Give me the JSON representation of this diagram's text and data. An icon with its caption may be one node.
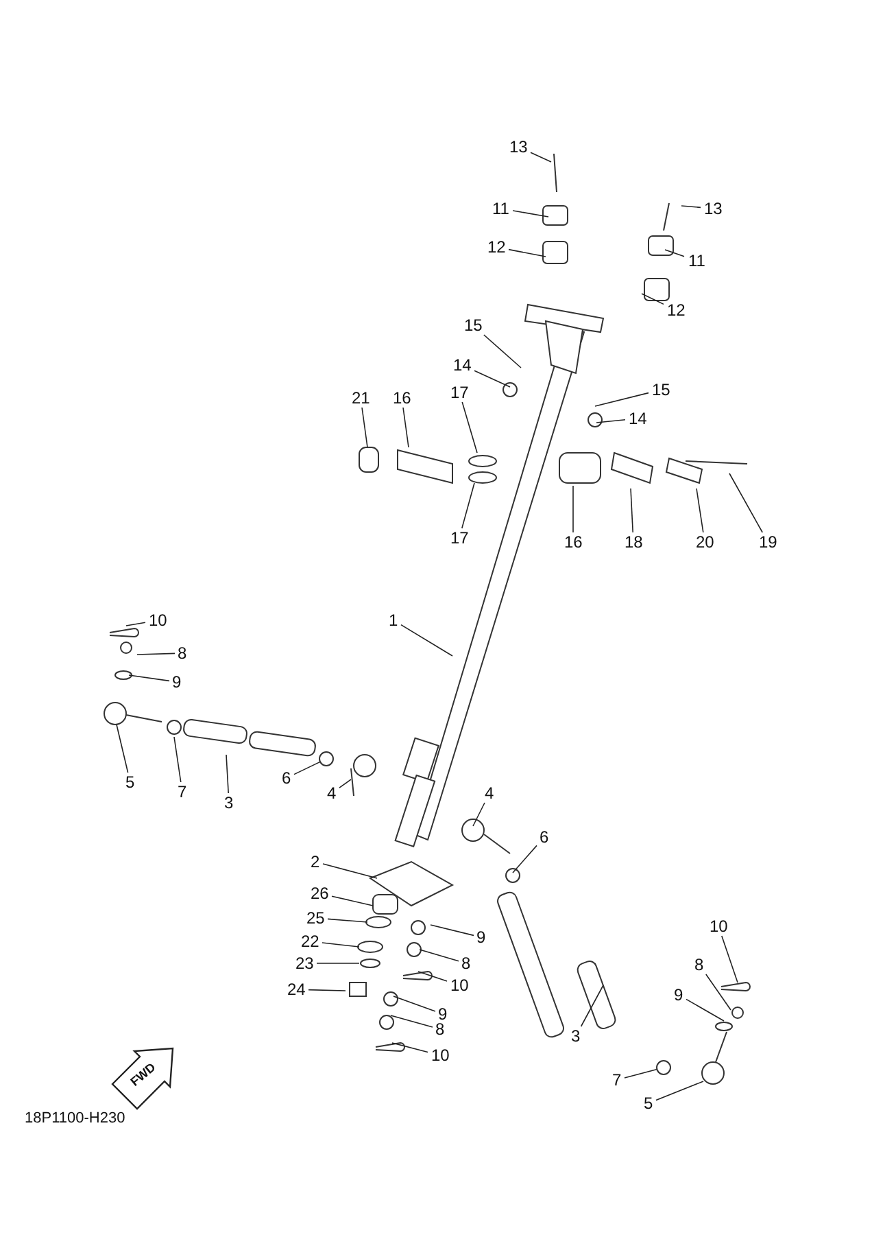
{
  "diagram": {
    "nodes": [
      {
        "text": [
          "13"
        ]
      },
      {
        "text": [
          "11"
        ]
      },
      {
        "text": [
          "13"
        ]
      },
      {
        "text": [
          "12"
        ]
      },
      {
        "text": [
          "11"
        ]
      },
      {
        "text": [
          "12"
        ]
      },
      {
        "text": [
          "15"
        ]
      },
      {
        "text": [
          "14"
        ]
      },
      {
        "text": [
          "15"
        ]
      },
      {
        "text": [
          "21"
        ]
      },
      {
        "text": [
          "16"
        ]
      },
      {
        "text": [
          "17"
        ]
      },
      {
        "text": [
          "14"
        ]
      },
      {
        "text": [
          "17"
        ]
      },
      {
        "text": [
          "16"
        ]
      },
      {
        "text": [
          "18"
        ]
      },
      {
        "text": [
          "20"
        ]
      },
      {
        "text": [
          "19"
        ]
      },
      {
        "text": [
          "10"
        ]
      },
      {
        "text": [
          "1"
        ]
      },
      {
        "text": [
          "8"
        ]
      },
      {
        "text": [
          "9"
        ]
      },
      {
        "text": [
          "5"
        ]
      },
      {
        "text": [
          "7"
        ]
      },
      {
        "text": [
          "3"
        ]
      },
      {
        "text": [
          "6"
        ]
      },
      {
        "text": [
          "4"
        ]
      },
      {
        "text": [
          "4"
        ]
      },
      {
        "text": [
          "6"
        ]
      },
      {
        "text": [
          "2"
        ]
      },
      {
        "text": [
          "26"
        ]
      },
      {
        "text": [
          "25"
        ]
      },
      {
        "text": [
          "9"
        ]
      },
      {
        "text": [
          "22"
        ]
      },
      {
        "text": [
          "10"
        ]
      },
      {
        "text": [
          "8"
        ]
      },
      {
        "text": [
          "23"
        ]
      },
      {
        "text": [
          "8"
        ]
      },
      {
        "text": [
          "10"
        ]
      },
      {
        "text": [
          "24"
        ]
      },
      {
        "text": [
          "9"
        ]
      },
      {
        "text": [
          "9"
        ]
      },
      {
        "text": [
          "8"
        ]
      },
      {
        "text": [
          "3"
        ]
      },
      {
        "text": [
          "10"
        ]
      },
      {
        "text": [
          "7"
        ]
      },
      {
        "text": [
          "5"
        ]
      },
      {
        "text": [],
        "shape": "circle"
      },
      {
        "text": [],
        "shape": "circle"
      }
    ],
    "edges": [
      {
        "from": 0,
        "to": null,
        "arrow": "none"
      },
      {
        "from": 1,
        "to": null,
        "arrow": "none"
      },
      {
        "from": 2,
        "to": null,
        "arrow": "none"
      },
      {
        "from": 3,
        "to": null,
        "arrow": "none"
      },
      {
        "from": 4,
        "to": null,
        "arrow": "none"
      },
      {
        "from": 5,
        "to": null,
        "arrow": "none"
      },
      {
        "from": 6,
        "to": null,
        "arrow": "none"
      },
      {
        "from": 7,
        "to": null,
        "arrow": "none"
      },
      {
        "from": 8,
        "to": null,
        "arrow": "none"
      },
      {
        "from": 9,
        "to": null,
        "arrow": "none"
      },
      {
        "from": 10,
        "to": null,
        "arrow": "none"
      },
      {
        "from": 11,
        "to": null,
        "arrow": "none"
      },
      {
        "from": 12,
        "to": null,
        "arrow": "none"
      },
      {
        "from": 13,
        "to": null,
        "arrow": "none"
      },
      {
        "from": 14,
        "to": null,
        "arrow": "none"
      },
      {
        "from": 15,
        "to": null,
        "arrow": "none"
      },
      {
        "from": 16,
        "to": null,
        "arrow": "none"
      },
      {
        "from": 17,
        "to": null,
        "arrow": "none"
      },
      {
        "from": 18,
        "to": null,
        "arrow": "none"
      },
      {
        "from": 19,
        "to": null,
        "arrow": "none"
      },
      {
        "from": 20,
        "to": null,
        "arrow": "none"
      },
      {
        "from": 21,
        "to": null,
        "arrow": "none"
      },
      {
        "from": 22,
        "to": null,
        "arrow": "none"
      },
      {
        "from": 23,
        "to": null,
        "arrow": "none"
      },
      {
        "from": 24,
        "to": null,
        "arrow": "none"
      },
      {
        "from": 25,
        "to": 47,
        "arrow": "none"
      },
      {
        "from": 26,
        "to": null,
        "arrow": "none"
      },
      {
        "from": 27,
        "to": null,
        "arrow": "none"
      },
      {
        "from": 28,
        "to": null,
        "arrow": "none"
      },
      {
        "from": 29,
        "to": null,
        "arrow": "none"
      },
      {
        "from": 30,
        "to": null,
        "arrow": "none"
      },
      {
        "from": 31,
        "to": null,
        "arrow": "none"
      },
      {
        "from": 32,
        "to": null,
        "arrow": "none"
      },
      {
        "from": 33,
        "to": null,
        "arrow": "none"
      },
      {
        "from": 34,
        "to": null,
        "arrow": "none"
      },
      {
        "from": 35,
        "to": null,
        "arrow": "none"
      },
      {
        "from": 36,
        "to": null,
        "arrow": "none"
      },
      {
        "from": 37,
        "to": null,
        "arrow": "none"
      },
      {
        "from": 38,
        "to": null,
        "arrow": "none"
      },
      {
        "from": 39,
        "to": null,
        "arrow": "none"
      },
      {
        "from": 40,
        "to": null,
        "arrow": "none"
      },
      {
        "from": 41,
        "to": null,
        "arrow": "none"
      },
      {
        "from": 42,
        "to": null,
        "arrow": "none"
      },
      {
        "from": 43,
        "to": null,
        "arrow": "none"
      },
      {
        "from": 44,
        "to": null,
        "arrow": "none"
      },
      {
        "from": 45,
        "to": 48,
        "arrow": "none"
      },
      {
        "from": 46,
        "to": null,
        "arrow": "none"
      }
    ],
    "labels": [
      "FWD",
      "18P1100-H230"
    ]
  }
}
